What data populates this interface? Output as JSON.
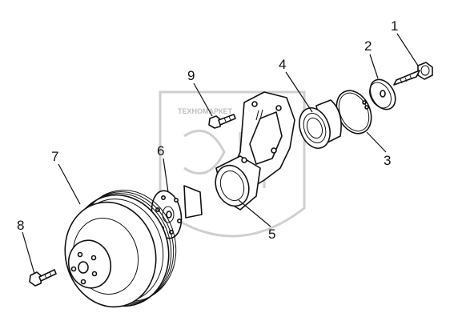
{
  "watermark": {
    "text": "ТЕХНОМАРКЕТ",
    "emblem": "shield-emblem"
  },
  "callouts": [
    {
      "id": "1",
      "part": "bolt"
    },
    {
      "id": "2",
      "part": "washer"
    },
    {
      "id": "3",
      "part": "retaining-ring"
    },
    {
      "id": "4",
      "part": "bearing"
    },
    {
      "id": "5",
      "part": "bracket"
    },
    {
      "id": "6",
      "part": "hub"
    },
    {
      "id": "7",
      "part": "pulley"
    },
    {
      "id": "8",
      "part": "bolt"
    },
    {
      "id": "9",
      "part": "bolt"
    }
  ],
  "colors": {
    "ink": "#111111",
    "watermark": "#cfcfcf",
    "background": "#ffffff"
  }
}
